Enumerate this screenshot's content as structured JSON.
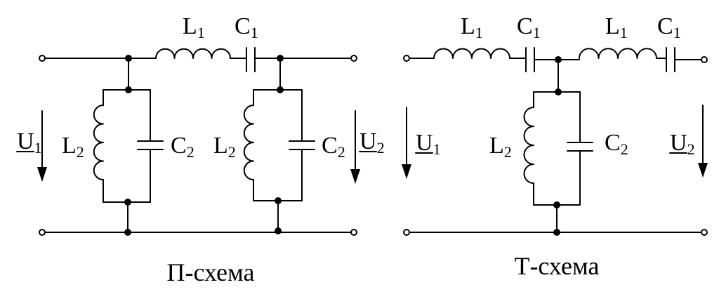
{
  "pi_circuit": {
    "caption": "П-схема",
    "series_inductor": {
      "letter": "L",
      "index": "1"
    },
    "series_capacitor": {
      "letter": "C",
      "index": "1"
    },
    "left_shunt_inductor": {
      "letter": "L",
      "index": "2"
    },
    "left_shunt_capacitor": {
      "letter": "C",
      "index": "2"
    },
    "right_shunt_inductor": {
      "letter": "L",
      "index": "2"
    },
    "right_shunt_capacitor": {
      "letter": "C",
      "index": "2"
    },
    "input_voltage": {
      "letter": "U",
      "index": "1"
    },
    "output_voltage": {
      "letter": "U",
      "index": "2"
    }
  },
  "t_circuit": {
    "caption": "Т-схема",
    "left_series_inductor": {
      "letter": "L",
      "index": "1"
    },
    "left_series_capacitor": {
      "letter": "C",
      "index": "1"
    },
    "right_series_inductor": {
      "letter": "L",
      "index": "1"
    },
    "right_series_capacitor": {
      "letter": "C",
      "index": "1"
    },
    "shunt_inductor": {
      "letter": "L",
      "index": "2"
    },
    "shunt_capacitor": {
      "letter": "C",
      "index": "2"
    },
    "input_voltage": {
      "letter": "U",
      "index": "1"
    },
    "output_voltage": {
      "letter": "U",
      "index": "2"
    }
  }
}
